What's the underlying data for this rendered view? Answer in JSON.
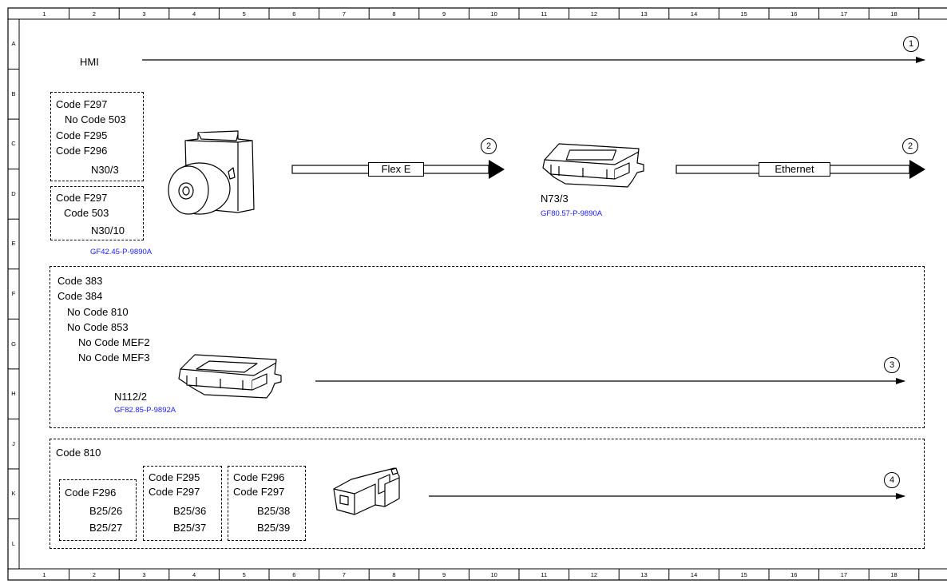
{
  "ruler": {
    "columns": [
      "1",
      "2",
      "3",
      "4",
      "5",
      "6",
      "7",
      "8",
      "9",
      "10",
      "11",
      "12",
      "13",
      "14",
      "15",
      "16",
      "17",
      "18"
    ],
    "rows": [
      "A",
      "B",
      "C",
      "D",
      "E",
      "F",
      "G",
      "H",
      "J",
      "K",
      "L"
    ]
  },
  "hmi": {
    "label": "HMI",
    "marker": "1"
  },
  "group_n30": {
    "upper": {
      "lines": [
        "Code F297",
        "No Code 503",
        "Code F295",
        "Code F296"
      ],
      "id": "N30/3"
    },
    "lower": {
      "lines": [
        "Code F297",
        "Code 503"
      ],
      "id": "N30/10"
    },
    "ref": "GF42.45-P-9890A"
  },
  "flex_e": {
    "label": "Flex E",
    "marker": "2"
  },
  "n73": {
    "id": "N73/3",
    "ref": "GF80.57-P-9890A"
  },
  "ethernet": {
    "label": "Ethernet",
    "marker": "2"
  },
  "group_n112": {
    "lines": [
      "Code 383",
      "Code 384",
      "No Code 810",
      "No Code 853",
      "No Code MEF2",
      "No Code MEF3"
    ],
    "id": "N112/2",
    "ref": "GF82.85-P-9892A",
    "marker": "3"
  },
  "group_b25": {
    "header": "Code 810",
    "sub1": {
      "lines": [
        "Code F296"
      ],
      "ids": [
        "B25/26",
        "B25/27"
      ]
    },
    "sub2": {
      "lines": [
        "Code F295",
        "Code F297"
      ],
      "ids": [
        "B25/36",
        "B25/37"
      ]
    },
    "sub3": {
      "lines": [
        "Code F296",
        "Code F297"
      ],
      "ids": [
        "B25/38",
        "B25/39"
      ]
    },
    "marker": "4"
  }
}
